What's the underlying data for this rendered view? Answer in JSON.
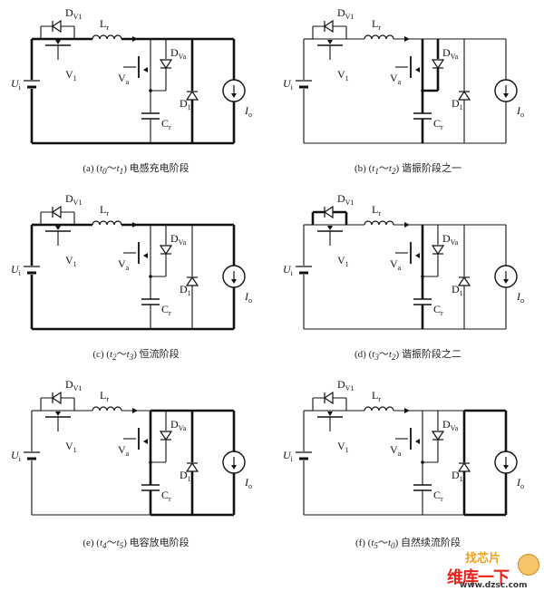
{
  "figure": {
    "components": {
      "dv1": "D",
      "dv1_sub": "V1",
      "lr": "L",
      "lr_sub": "r",
      "v1": "V",
      "v1_sub": "1",
      "va": "V",
      "va_sub": "a",
      "dva": "D",
      "dva_sub": "Va",
      "d1": "D",
      "d1_sub": "1",
      "cr": "C",
      "cr_sub": "r",
      "ui": "U",
      "ui_sub": "i",
      "io": "I",
      "io_sub": "o"
    },
    "panels": [
      {
        "id": "a",
        "prefix": "(a) (",
        "t_start": "t",
        "t_start_sub": "0",
        "sep": "～",
        "t_end": "t",
        "t_end_sub": "1",
        "suffix": ") 电感充电阶段",
        "highlight": [
          "left",
          "top",
          "right-outer",
          "bottom",
          "d1"
        ]
      },
      {
        "id": "b",
        "prefix": "(b) (",
        "t_start": "t",
        "t_start_sub": "1",
        "sep": "～",
        "t_end": "t",
        "t_end_sub": "2",
        "suffix": ") 谐振阶段之一",
        "highlight": [
          "cap-branch",
          "dva-branch"
        ]
      },
      {
        "id": "c",
        "prefix": "(c) (",
        "t_start": "t",
        "t_start_sub": "2",
        "sep": "～",
        "t_end": "t",
        "t_end_sub": "3",
        "suffix": ") 恒流阶段",
        "highlight": [
          "left",
          "top",
          "right-outer",
          "bottom"
        ]
      },
      {
        "id": "d",
        "prefix": "(d) (",
        "t_start": "t",
        "t_start_sub": "3",
        "sep": "～",
        "t_end": "t",
        "t_end_sub": "2",
        "suffix": ") 谐振阶段之二",
        "highlight": [
          "dv1-loop",
          "cap-branch"
        ]
      },
      {
        "id": "e",
        "prefix": "(e) (",
        "t_start": "t",
        "t_start_sub": "4",
        "sep": "～",
        "t_end": "t",
        "t_end_sub": "5",
        "suffix": ") 电容放电阶段",
        "highlight": [
          "cap-loop"
        ]
      },
      {
        "id": "f",
        "prefix": "(f) (",
        "t_start": "t",
        "t_start_sub": "5",
        "sep": "～",
        "t_end": "t",
        "t_end_sub": "0",
        "suffix": ") 自然续流阶段",
        "highlight": [
          "freewheel"
        ]
      }
    ]
  },
  "watermark": {
    "top_text": "找芯片",
    "brand": "维库一下",
    "url": "www.dzsc.com"
  }
}
